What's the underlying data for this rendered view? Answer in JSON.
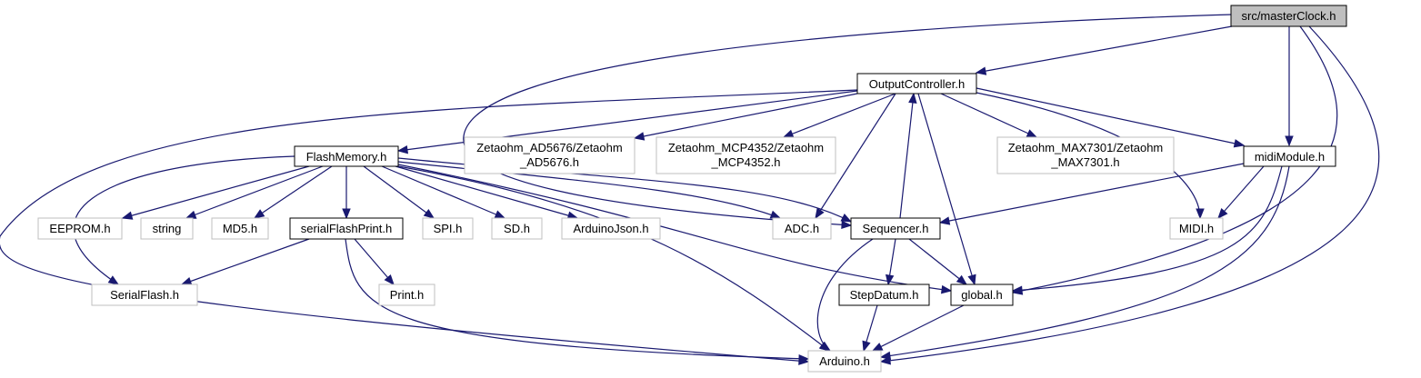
{
  "colors": {
    "edge": "#191970",
    "root_fill": "#bfbfbf",
    "node_border_local": "#000000",
    "node_border_external": "#bfbfbf",
    "background": "#ffffff"
  },
  "nodes": {
    "masterclock": {
      "label": "src/masterClock.h",
      "kind": "root"
    },
    "outputcontroller": {
      "label": "OutputController.h",
      "kind": "local"
    },
    "flashmemory": {
      "label": "FlashMemory.h",
      "kind": "local"
    },
    "ad5676": {
      "label1": "Zetaohm_AD5676/Zetaohm",
      "label2": "_AD5676.h",
      "kind": "external"
    },
    "mcp4352": {
      "label1": "Zetaohm_MCP4352/Zetaohm",
      "label2": "_MCP4352.h",
      "kind": "external"
    },
    "max7301": {
      "label1": "Zetaohm_MAX7301/Zetaohm",
      "label2": "_MAX7301.h",
      "kind": "external"
    },
    "midimodule": {
      "label": "midiModule.h",
      "kind": "local"
    },
    "eeprom": {
      "label": "EEPROM.h",
      "kind": "external"
    },
    "string": {
      "label": "string",
      "kind": "external"
    },
    "md5": {
      "label": "MD5.h",
      "kind": "external"
    },
    "serialflashprint": {
      "label": "serialFlashPrint.h",
      "kind": "local"
    },
    "spi": {
      "label": "SPI.h",
      "kind": "external"
    },
    "sd": {
      "label": "SD.h",
      "kind": "external"
    },
    "arduinojson": {
      "label": "ArduinoJson.h",
      "kind": "external"
    },
    "adc": {
      "label": "ADC.h",
      "kind": "external"
    },
    "sequencer": {
      "label": "Sequencer.h",
      "kind": "local"
    },
    "midi": {
      "label": "MIDI.h",
      "kind": "external"
    },
    "serialflash": {
      "label": "SerialFlash.h",
      "kind": "external"
    },
    "print": {
      "label": "Print.h",
      "kind": "external"
    },
    "stepdatum": {
      "label": "StepDatum.h",
      "kind": "local"
    },
    "global": {
      "label": "global.h",
      "kind": "local"
    },
    "arduino": {
      "label": "Arduino.h",
      "kind": "external"
    }
  },
  "edges": [
    [
      "masterclock",
      "outputcontroller"
    ],
    [
      "masterclock",
      "midimodule"
    ],
    [
      "masterclock",
      "global"
    ],
    [
      "masterclock",
      "arduino"
    ],
    [
      "masterclock",
      "sequencer"
    ],
    [
      "outputcontroller",
      "flashmemory"
    ],
    [
      "outputcontroller",
      "ad5676"
    ],
    [
      "outputcontroller",
      "mcp4352"
    ],
    [
      "outputcontroller",
      "max7301"
    ],
    [
      "outputcontroller",
      "midimodule"
    ],
    [
      "outputcontroller",
      "adc"
    ],
    [
      "outputcontroller",
      "midi"
    ],
    [
      "outputcontroller",
      "global"
    ],
    [
      "outputcontroller",
      "arduino"
    ],
    [
      "flashmemory",
      "eeprom"
    ],
    [
      "flashmemory",
      "string"
    ],
    [
      "flashmemory",
      "md5"
    ],
    [
      "flashmemory",
      "serialflashprint"
    ],
    [
      "flashmemory",
      "spi"
    ],
    [
      "flashmemory",
      "sd"
    ],
    [
      "flashmemory",
      "arduinojson"
    ],
    [
      "flashmemory",
      "adc"
    ],
    [
      "flashmemory",
      "sequencer"
    ],
    [
      "flashmemory",
      "global"
    ],
    [
      "flashmemory",
      "arduino"
    ],
    [
      "flashmemory",
      "serialflash"
    ],
    [
      "midimodule",
      "sequencer"
    ],
    [
      "midimodule",
      "midi"
    ],
    [
      "midimodule",
      "global"
    ],
    [
      "midimodule",
      "arduino"
    ],
    [
      "sequencer",
      "outputcontroller"
    ],
    [
      "sequencer",
      "stepdatum"
    ],
    [
      "sequencer",
      "global"
    ],
    [
      "sequencer",
      "arduino"
    ],
    [
      "serialflashprint",
      "serialflash"
    ],
    [
      "serialflashprint",
      "print"
    ],
    [
      "serialflashprint",
      "arduino"
    ],
    [
      "stepdatum",
      "arduino"
    ],
    [
      "global",
      "arduino"
    ]
  ]
}
